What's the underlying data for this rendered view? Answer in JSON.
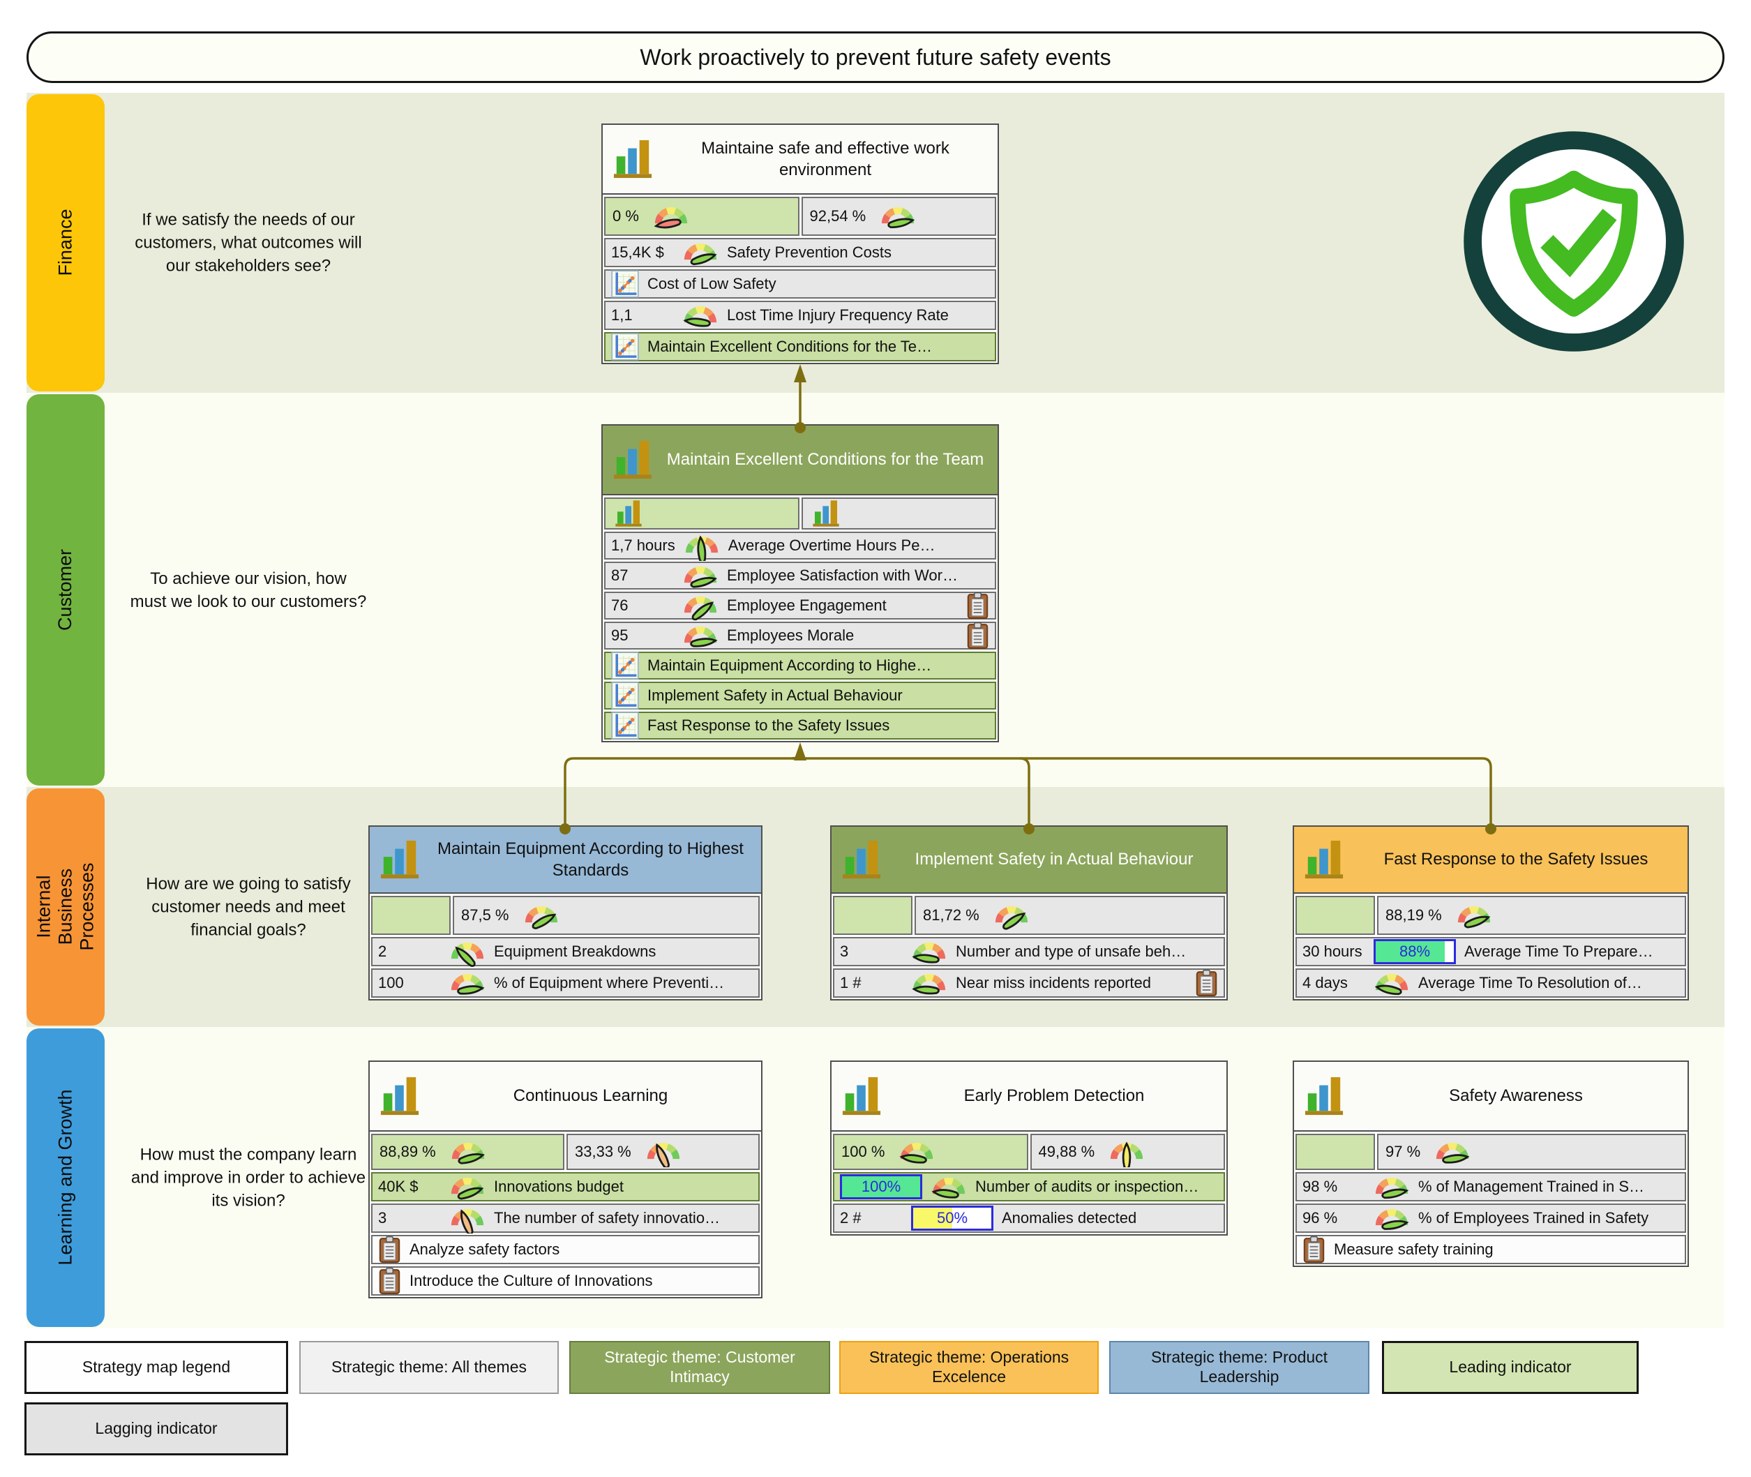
{
  "title": "Work proactively to prevent future safety events",
  "perspectives": {
    "finance": {
      "label": "Finance",
      "question": "If we satisfy the needs of our customers, what outcomes will our stakeholders see?"
    },
    "customer": {
      "label": "Customer",
      "question": "To achieve our vision, how must we look to our customers?"
    },
    "internal": {
      "label": "Internal Business Processes",
      "question": "How are we going to satisfy customer needs and meet financial goals?"
    },
    "learning": {
      "label": "Learning and Growth",
      "question": "How must the company learn and improve in order to achieve its vision?"
    }
  },
  "finance_box": {
    "title": "Maintaine safe and effective work environment",
    "gauge_left": "0 %",
    "gauge_right": "92,54 %",
    "rows": [
      {
        "value": "15,4K $",
        "label": "Safety Prevention Costs"
      },
      {
        "label": "Cost of Low Safety"
      },
      {
        "value": "1,1",
        "label": "Lost Time Injury Frequency Rate"
      },
      {
        "label": "Maintain Excellent Conditions for the Te…"
      }
    ]
  },
  "customer_box": {
    "title": "Maintain Excellent Conditions for the Team",
    "rows": [
      {
        "value": "1,7 hours",
        "label": "Average Overtime Hours Pe…"
      },
      {
        "value": "87",
        "label": "Employee Satisfaction with Wor…"
      },
      {
        "value": "76",
        "label": "Employee Engagement"
      },
      {
        "value": "95",
        "label": "Employees Morale"
      },
      {
        "label": "Maintain Equipment According to Highe…"
      },
      {
        "label": "Implement Safety in Actual Behaviour"
      },
      {
        "label": "Fast Response to the Safety Issues"
      }
    ]
  },
  "process_boxes": [
    {
      "title": "Maintain Equipment According to Highest Standards",
      "percent": "87,5 %",
      "rows": [
        {
          "value": "2",
          "label": "Equipment Breakdowns"
        },
        {
          "value": "100",
          "label": "% of Equipment where Preventi…"
        }
      ]
    },
    {
      "title": "Implement Safety in Actual Behaviour",
      "percent": "81,72 %",
      "rows": [
        {
          "value": "3",
          "label": "Number and type of unsafe beh…"
        },
        {
          "value": "1 #",
          "label": "Near miss incidents reported"
        }
      ]
    },
    {
      "title": "Fast Response to the Safety Issues",
      "percent": "88,19 %",
      "rows": [
        {
          "value": "30 hours",
          "progress_text": "88%",
          "progress_pct": 88,
          "label": "Average Time To Prepare…"
        },
        {
          "value": "4 days",
          "label": "Average Time To Resolution of…"
        }
      ]
    }
  ],
  "learning_boxes": [
    {
      "title": "Continuous Learning",
      "left": "88,89 %",
      "right": "33,33 %",
      "rows": [
        {
          "value": "40K $",
          "label": "Innovations budget"
        },
        {
          "value": "3",
          "label": "The number of safety innovatio…"
        },
        {
          "label": "Analyze safety factors"
        },
        {
          "label": "Introduce the Culture of Innovations"
        }
      ]
    },
    {
      "title": "Early Problem Detection",
      "left": "100 %",
      "right": "49,88 %",
      "rows": [
        {
          "progress_text": "100%",
          "progress_pct": 100,
          "label": "Number of audits or inspection…"
        },
        {
          "value": "2 #",
          "progress_text": "50%",
          "progress_pct": 50,
          "label": "Anomalies detected"
        }
      ]
    },
    {
      "title": "Safety Awareness",
      "right": "97 %",
      "rows": [
        {
          "value": "98 %",
          "label": "% of Management Trained in S…"
        },
        {
          "value": "96 %",
          "label": "% of Employees Trained in Safety"
        },
        {
          "label": "Measure safety training"
        }
      ]
    }
  ],
  "legend": {
    "title": "Strategy map legend",
    "items": [
      "Strategic theme: All themes",
      "Strategic theme: Customer Intimacy",
      "Strategic theme: Operations Excelence",
      "Strategic theme: Product Leadership",
      "Leading indicator"
    ],
    "lagging": "Lagging indicator"
  },
  "colors": {
    "finance_band_label": "#fdc608",
    "customer_band_label": "#72b440",
    "internal_band_label": "#f79435",
    "learning_band_label": "#3f9cdb",
    "band_olive_bg": "#e9ecda",
    "band_white_bg": "#fcfdf2",
    "theme_customer_intimacy": "#8ca55c",
    "theme_operations_excelence": "#f8c159",
    "theme_product_leadership": "#97b9d6",
    "leading_indicator": "#d3e5b2",
    "lagging_indicator": "#e3e3e3",
    "row_green": "#c9dfa3",
    "row_gray": "#e7e7e7",
    "connector": "#7d6e11",
    "shield_green": "#43bb21",
    "shield_ring": "#15413c",
    "progress_low": "#f9f868",
    "progress_high": "#55e794",
    "progress_border": "#2b2bdd"
  }
}
